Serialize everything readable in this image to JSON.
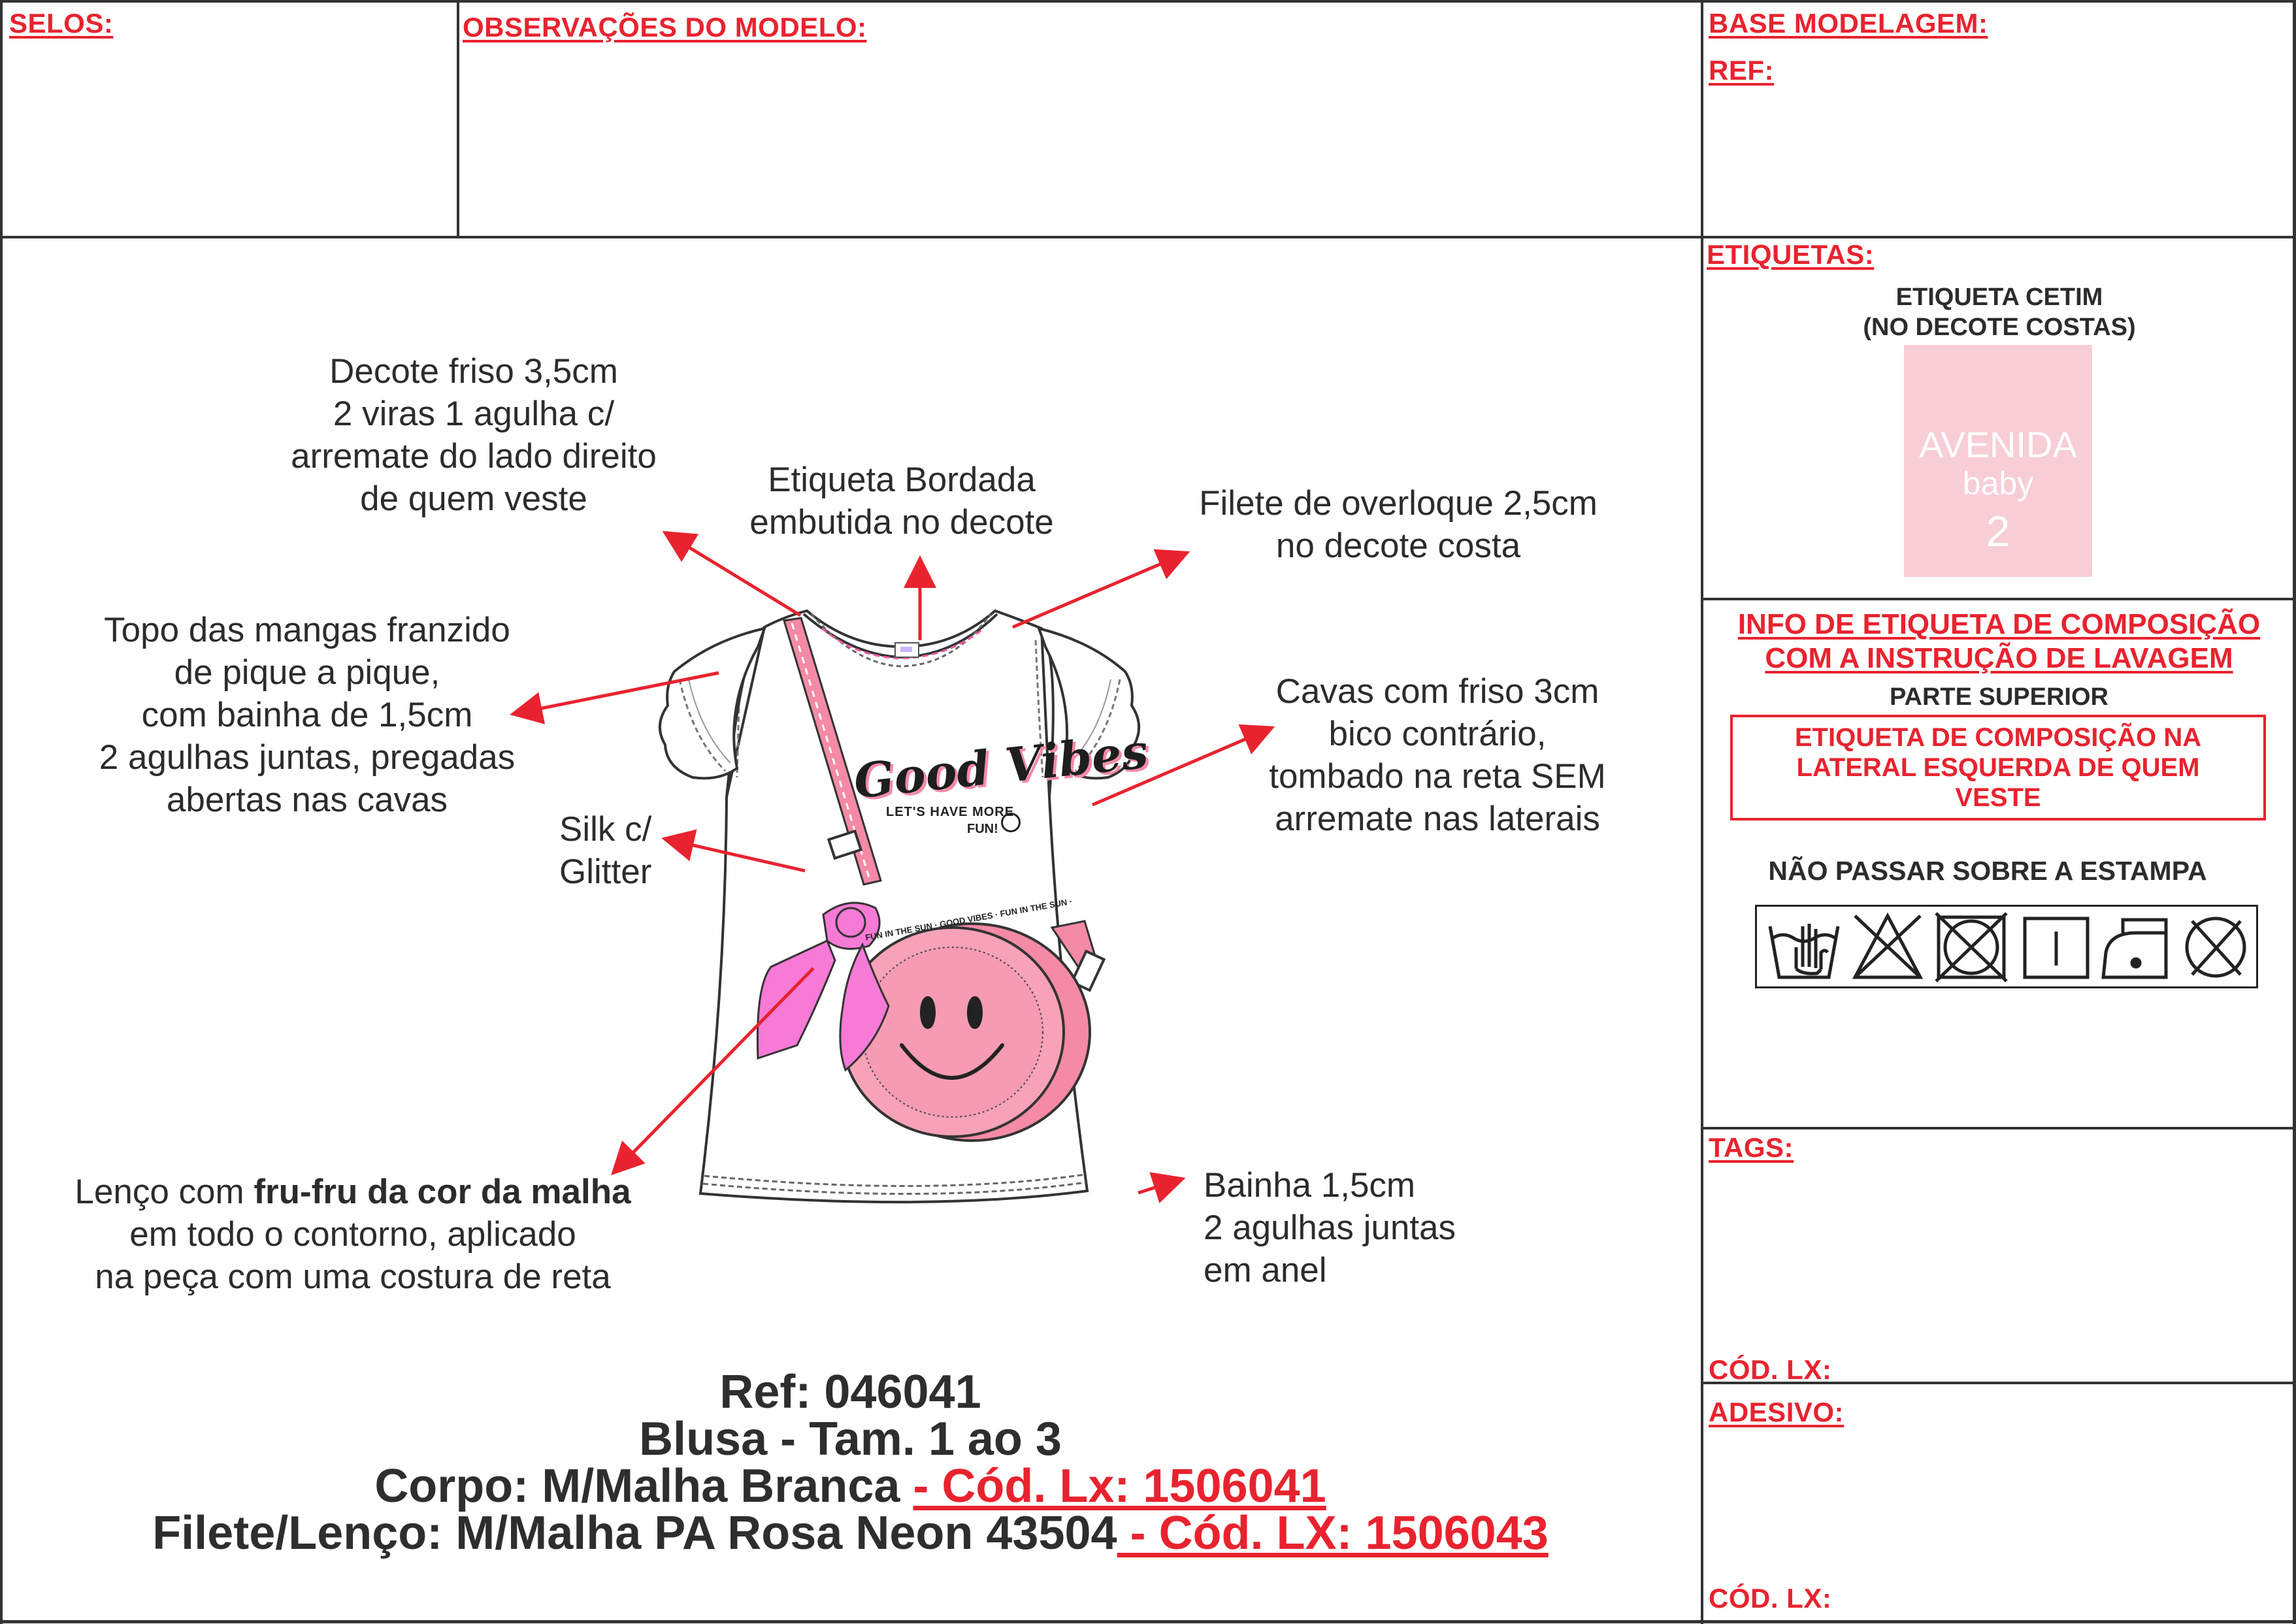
{
  "headers": {
    "selos": "SELOS:",
    "observacoes": "OBSERVAÇÕES DO MODELO:",
    "base_modelagem": "BASE MODELAGEM:",
    "ref": "REF:",
    "etiquetas": "ETIQUETAS:",
    "tags": "TAGS:",
    "cod_lx_tags": "CÓD. LX:",
    "adesivo": "ADESIVO:",
    "cod_lx_adesivo": "CÓD. LX:"
  },
  "etiqueta_cetim": {
    "line1": "ETIQUETA CETIM",
    "line2": "(NO DECOTE COSTAS)",
    "brand": "AVENIDA",
    "sub": "baby",
    "size": "2",
    "bg_color": "#f7cdd6"
  },
  "composicao": {
    "title1": "INFO DE ETIQUETA DE COMPOSIÇÃO",
    "title2": "COM A INSTRUÇÃO DE LAVAGEM",
    "parte": "PARTE SUPERIOR",
    "box_text": "ETIQUETA DE COMPOSIÇÃO NA LATERAL ESQUERDA DE QUEM VESTE",
    "warning": "NÃO PASSAR SOBRE A ESTAMPA",
    "care_icons": [
      "hand-wash-icon",
      "no-bleach-icon",
      "no-tumble-dry-icon",
      "line-dry-icon",
      "iron-low-icon",
      "no-dry-clean-icon"
    ]
  },
  "notes": {
    "decote_friso": [
      "Decote friso 3,5cm",
      "2 viras 1 agulha c/",
      "arremate do lado direito",
      "de quem veste"
    ],
    "etiqueta_bordada": [
      "Etiqueta Bordada",
      "embutida no decote"
    ],
    "filete": [
      "Filete de overloque 2,5cm",
      "no decote costa"
    ],
    "topo_mangas": [
      "Topo das mangas franzido",
      "de pique a pique,",
      "com bainha de 1,5cm",
      "2 agulhas juntas, pregadas",
      "abertas nas cavas"
    ],
    "cavas": [
      "Cavas com friso 3cm",
      "bico contrário,",
      "tombado na reta SEM",
      "arremate nas laterais"
    ],
    "silk": [
      "Silk c/",
      "Glitter"
    ],
    "lenco_pre": "Lenço com ",
    "lenco_bold": "fru-fru da cor da malha",
    "lenco_rest": [
      "em todo o contorno, aplicado",
      "na peça com uma costura de reta"
    ],
    "bainha": [
      "Bainha 1,5cm",
      "2 agulhas juntas",
      "em anel"
    ]
  },
  "print": {
    "good_vibes": "Good Vibes",
    "tagline1": "LET'S HAVE MORE",
    "tagline2": "FUN!",
    "bag_ring_text": "FUN IN THE SUN · GOOD VIBES · FUN IN THE SUN · GOOD VIBES ·",
    "pink": "#f48aa6",
    "neon": "#f77ad6"
  },
  "bottom": {
    "ref": "Ref: 046041",
    "blusa": "Blusa - Tam. 1 ao 3",
    "corpo_black": "Corpo: M/Malha Branca ",
    "corpo_red": "- Cód. Lx: 1506041",
    "filete_black": "Filete/Lenço: M/Malha PA Rosa Neon 43504",
    "filete_red": " - Cód. LX: 1506043"
  }
}
